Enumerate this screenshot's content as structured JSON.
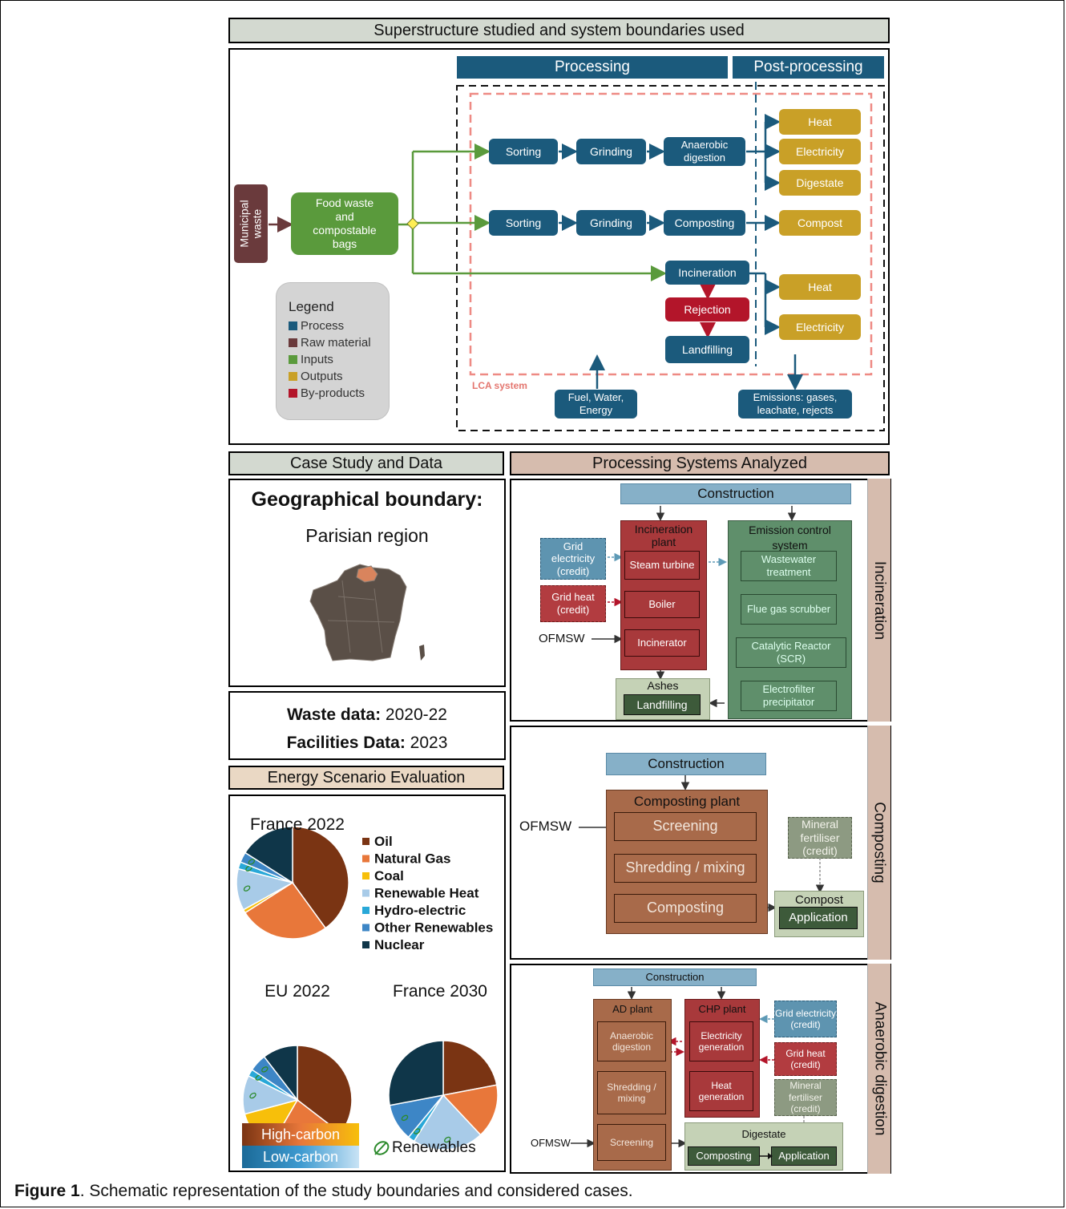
{
  "superstructure": {
    "header": "Superstructure studied and system boundaries used",
    "processing": "Processing",
    "post_processing": "Post-processing",
    "municipal_waste": "Municipal waste",
    "food_waste": "Food waste and compostable bags",
    "rows": {
      "ad": {
        "sorting": "Sorting",
        "grinding": "Grinding",
        "process": "Anaerobic digestion",
        "outputs": [
          "Heat",
          "Electricity",
          "Digestate"
        ]
      },
      "comp": {
        "sorting": "Sorting",
        "grinding": "Grinding",
        "process": "Composting",
        "outputs": [
          "Compost"
        ]
      },
      "inc": {
        "process": "Incineration",
        "rejection": "Rejection",
        "landfilling": "Landfilling",
        "outputs": [
          "Heat",
          "Electricity"
        ]
      }
    },
    "fuel": "Fuel, Water, Energy",
    "emissions": "Emissions: gases, leachate, rejects",
    "lca_system": "LCA system",
    "legend": {
      "title": "Legend",
      "items": [
        {
          "label": "Process",
          "color": "#1b5a7c"
        },
        {
          "label": "Raw material",
          "color": "#6a3a3c"
        },
        {
          "label": "Inputs",
          "color": "#5a9a3c"
        },
        {
          "label": "Outputs",
          "color": "#c9a027"
        },
        {
          "label": "By-products",
          "color": "#b3152a"
        }
      ]
    }
  },
  "case_study": {
    "header": "Case Study and Data",
    "geo_title": "Geographical boundary:",
    "geo_value": "Parisian region",
    "waste_data_label": "Waste data:",
    "waste_data_value": "2020-22",
    "facilities_label": "Facilities Data:",
    "facilities_value": "2023"
  },
  "energy": {
    "header": "Energy Scenario Evaluation",
    "legend": [
      {
        "label": "Oil",
        "color": "#7a3413"
      },
      {
        "label": "Natural Gas",
        "color": "#e8773a"
      },
      {
        "label": "Coal",
        "color": "#f7bf0a"
      },
      {
        "label": "Renewable Heat",
        "color": "#a8cbe8"
      },
      {
        "label": "Hydro-electric",
        "color": "#29a8d8"
      },
      {
        "label": "Other Renewables",
        "color": "#3d86c6"
      },
      {
        "label": "Nuclear",
        "color": "#0f3649"
      }
    ],
    "high_carbon": "High-carbon",
    "low_carbon": "Low-carbon",
    "renewables": "Renewables",
    "leaf_icon": "leaf-icon"
  },
  "chart_data": [
    {
      "type": "pie",
      "title": "France 2022",
      "categories": [
        "Oil",
        "Natural Gas",
        "Coal",
        "Renewable Heat",
        "Hydro-electric",
        "Other Renewables",
        "Nuclear"
      ],
      "values": [
        40,
        26,
        1,
        12,
        2,
        3,
        16
      ]
    },
    {
      "type": "pie",
      "title": "EU 2022",
      "categories": [
        "Oil",
        "Natural Gas",
        "Coal",
        "Renewable Heat",
        "Hydro-electric",
        "Other Renewables",
        "Nuclear"
      ],
      "values": [
        34,
        22,
        12,
        11,
        2,
        5,
        10
      ]
    },
    {
      "type": "pie",
      "title": "France 2030",
      "categories": [
        "Oil",
        "Natural Gas",
        "Coal",
        "Renewable Heat",
        "Hydro-electric",
        "Other Renewables",
        "Nuclear"
      ],
      "values": [
        22,
        16,
        0,
        21,
        2,
        11,
        28
      ]
    }
  ],
  "processing_systems": {
    "header": "Processing Systems Analyzed",
    "incineration": {
      "side": "Incineration",
      "construction": "Construction",
      "plant": "Incineration plant",
      "steam": "Steam turbine",
      "boiler": "Boiler",
      "incinerator": "Incinerator",
      "grid_elec": "Grid electricity (credit)",
      "grid_heat": "Grid heat (credit)",
      "ofmsw": "OFMSW",
      "ecs": "Emission control system",
      "wastewater": "Wastewater treatment",
      "flue": "Flue gas scrubber",
      "scr": "Catalytic Reactor (SCR)",
      "electrofilter": "Electrofilter precipitator",
      "ashes": "Ashes",
      "landfilling": "Landfilling"
    },
    "composting": {
      "side": "Composting",
      "construction": "Construction",
      "plant": "Composting plant",
      "screening": "Screening",
      "shredding": "Shredding / mixing",
      "composting": "Composting",
      "ofmsw": "OFMSW",
      "mineral": "Mineral fertiliser (credit)",
      "compost": "Compost",
      "application": "Application"
    },
    "ad": {
      "side": "Anaerobic digestion",
      "construction": "Construction",
      "ad_plant": "AD plant",
      "anaerobic": "Anaerobic digestion",
      "shredding": "Shredding / mixing",
      "screening": "Screening",
      "chp_plant": "CHP plant",
      "elec_gen": "Electricity generation",
      "heat_gen": "Heat generation",
      "grid_elec": "Grid electricity (credit)",
      "grid_heat": "Grid heat (credit)",
      "mineral": "Mineral fertiliser (credit)",
      "digestate": "Digestate",
      "composting": "Composting",
      "application": "Application",
      "ofmsw": "OFMSW"
    }
  },
  "caption": {
    "bold": "Figure 1",
    "text": ". Schematic representation of the study boundaries and considered cases."
  }
}
